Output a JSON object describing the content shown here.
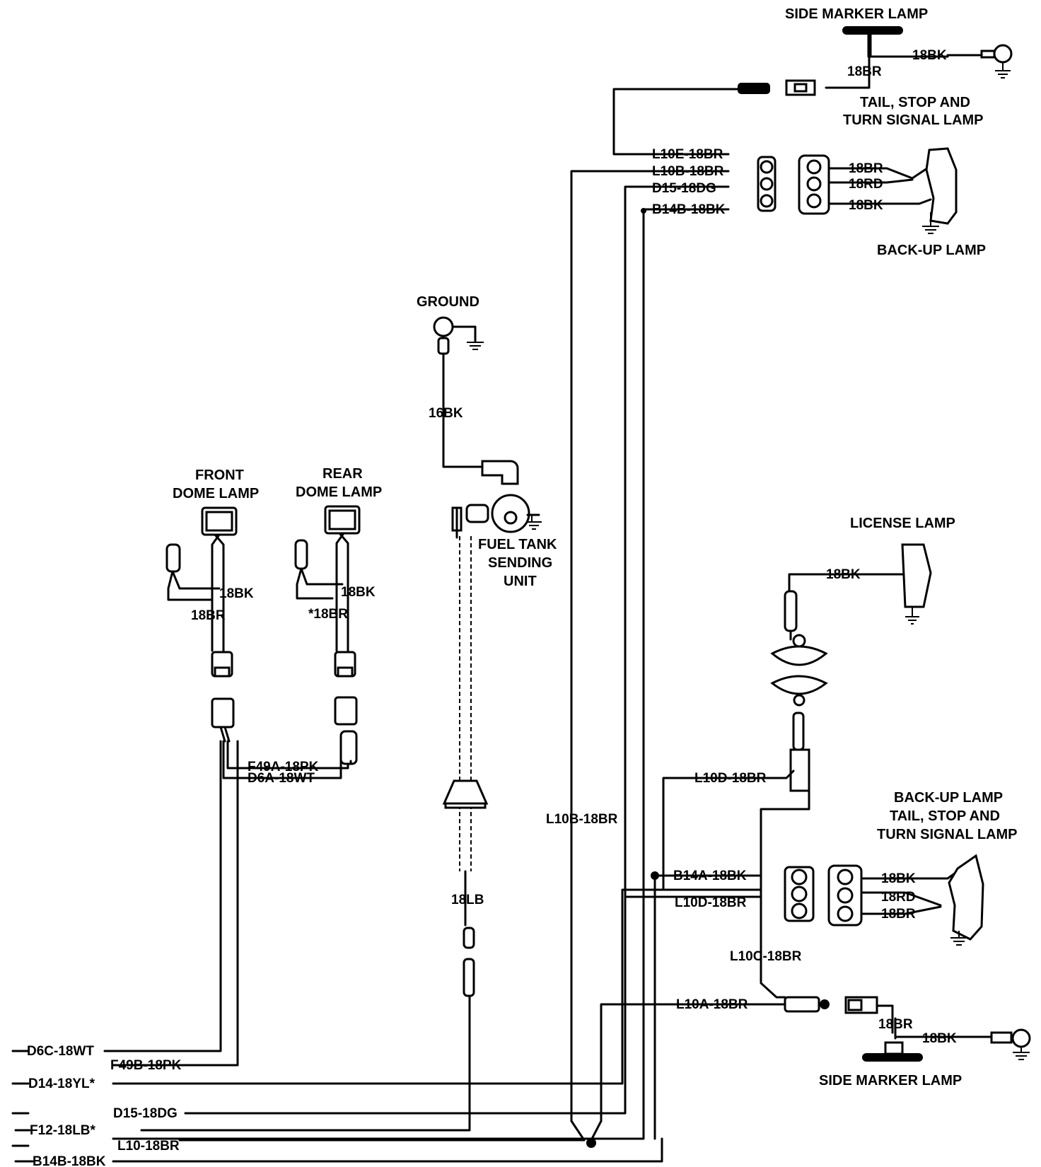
{
  "components": {
    "side_marker_top": "SIDE MARKER LAMP",
    "tail_stop_top": [
      "TAIL, STOP AND",
      "TURN SIGNAL LAMP"
    ],
    "backup_top": "BACK-UP LAMP",
    "ground": "GROUND",
    "front_dome": [
      "FRONT",
      "DOME LAMP"
    ],
    "rear_dome": [
      "REAR",
      "DOME LAMP"
    ],
    "fuel_tank": [
      "FUEL TANK",
      "SENDING",
      "UNIT"
    ],
    "license": "LICENSE LAMP",
    "backup_bottom": [
      "BACK-UP LAMP",
      "TAIL, STOP AND",
      "TURN SIGNAL LAMP"
    ],
    "side_marker_bottom": "SIDE MARKER LAMP"
  },
  "wires": {
    "sm_top_bk": "18BK",
    "sm_top_br": "18BR",
    "l10e": "L10E-18BR",
    "l10b": "L10B-18BR",
    "d15": "D15-18DG",
    "b14b": "B14B-18BK",
    "lamp_br": "18BR",
    "lamp_rd": "18RD",
    "lamp_bk": "18BK",
    "ground_bk": "16BK",
    "front_bk": "18BK",
    "front_br": "18BR",
    "rear_bk": "18BK",
    "rear_br": "*18BR",
    "f49a": "F49A-18PK",
    "d6a": "D6A-18WT",
    "lb": "18LB",
    "l10b_vert": "L10B-18BR",
    "license_bk": "18BK",
    "l10d_top": "L10D-18BR",
    "b14a": "B14A-18BK",
    "l10d": "L10D-18BR",
    "bot_bk": "18BK",
    "bot_rd": "18RD",
    "bot_br": "18BR",
    "l10c": "L10C-18BR",
    "l10a": "L10A-18BR",
    "sm_bot_br": "18BR",
    "sm_bot_bk": "18BK"
  },
  "harness": {
    "d6c": "D6C-18WT",
    "f49b": "F49B-18PK",
    "d14": "D14-18YL*",
    "d15": "D15-18DG",
    "f12": "F12-18LB*",
    "l10": "L10-18BR",
    "b14b": "B14B-18BK"
  }
}
